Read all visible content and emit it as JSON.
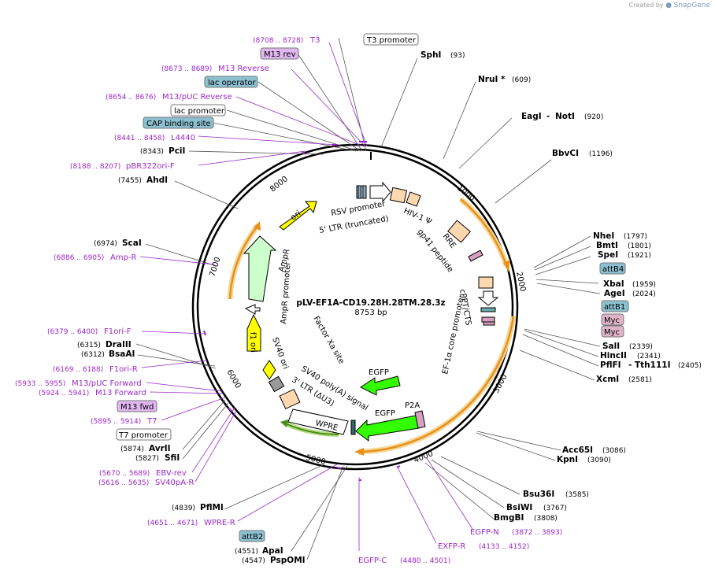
{
  "credit": {
    "prefix": "Created by",
    "brand": "SnapGene"
  },
  "plasmid": {
    "name": "pLV-EF1A-CD19.28H.28TM.28.3z",
    "length": "8753 bp"
  },
  "ticks": [
    "1000",
    "2000",
    "3000",
    "4000",
    "5000",
    "6000",
    "7000",
    "8000"
  ],
  "enzymes": [
    {
      "name": "SphI",
      "pos": "(93)"
    },
    {
      "name": "NruI *",
      "pos": "(609)"
    },
    {
      "name": "EagI",
      "name2": "NotI",
      "pos": "(920)"
    },
    {
      "name": "BbvCI",
      "pos": "(1196)"
    },
    {
      "name": "NheI",
      "pos": "(1797)"
    },
    {
      "name": "BmtI",
      "pos": "(1801)"
    },
    {
      "name": "SpeI",
      "pos": "(1921)"
    },
    {
      "name": "XbaI",
      "pos": "(1959)"
    },
    {
      "name": "AgeI",
      "pos": "(2024)"
    },
    {
      "name": "SalI",
      "pos": "(2339)"
    },
    {
      "name": "HincII",
      "pos": "(2341)"
    },
    {
      "name": "PflFI",
      "name2": "Tth111I",
      "pos": "(2405)"
    },
    {
      "name": "XcmI",
      "pos": "(2581)"
    },
    {
      "name": "Acc65I",
      "pos": "(3086)"
    },
    {
      "name": "KpnI",
      "pos": "(3090)"
    },
    {
      "name": "Bsu36I",
      "pos": "(3585)"
    },
    {
      "name": "BsiWI",
      "pos": "(3767)"
    },
    {
      "name": "BmgBI",
      "pos": "(3808)"
    },
    {
      "name": "ApaI",
      "pos": "(4551)"
    },
    {
      "name": "PspOMI",
      "pos": "(4547)"
    },
    {
      "name": "PflMI",
      "pos": "(4839)"
    },
    {
      "name": "SfiI",
      "pos": "(5827)"
    },
    {
      "name": "AvrII",
      "pos": "(5874)"
    },
    {
      "name": "BsaAI",
      "pos": "(6312)"
    },
    {
      "name": "DraIII",
      "pos": "(6315)"
    },
    {
      "name": "ScaI",
      "pos": "(6974)"
    },
    {
      "name": "AhdI",
      "pos": "(7455)"
    },
    {
      "name": "PciI",
      "pos": "(8343)"
    }
  ],
  "primers": [
    {
      "name": "T3",
      "pos": "(8708 .. 8728)"
    },
    {
      "name": "M13 Reverse",
      "pos": "(8673 .. 8689)"
    },
    {
      "name": "M13/pUC Reverse",
      "pos": "(8654 .. 8676)"
    },
    {
      "name": "L4440",
      "pos": "(8441 .. 8458)"
    },
    {
      "name": "pBR322ori-F",
      "pos": "(8188 .. 8207)"
    },
    {
      "name": "Amp-R",
      "pos": "(6886 .. 6905)"
    },
    {
      "name": "F1ori-F",
      "pos": "(6379 .. 6400)"
    },
    {
      "name": "F1ori-R",
      "pos": "(6169 .. 6188)"
    },
    {
      "name": "M13/pUC Forward",
      "pos": "(5933 .. 5955)"
    },
    {
      "name": "M13 Forward",
      "pos": "(5924 .. 5941)"
    },
    {
      "name": "T7",
      "pos": "(5895 .. 5914)"
    },
    {
      "name": "EBV-rev",
      "pos": "(5670 .. 5689)"
    },
    {
      "name": "SV40pA-R",
      "pos": "(5616 .. 5635)"
    },
    {
      "name": "WPRE-R",
      "pos": "(4651 .. 4671)"
    },
    {
      "name": "EGFP-C",
      "pos": "(4480 .. 4501)"
    },
    {
      "name": "EXFP-R",
      "pos": "(4133 .. 4152)"
    },
    {
      "name": "EGFP-N",
      "pos": "(3872 .. 3893)"
    }
  ],
  "boxes": [
    {
      "name": "T3 promoter"
    },
    {
      "name": "M13 rev"
    },
    {
      "name": "lac operator"
    },
    {
      "name": "lac promoter"
    },
    {
      "name": "CAP binding site"
    },
    {
      "name": "attB4"
    },
    {
      "name": "attB1"
    },
    {
      "name": "Myc"
    },
    {
      "name": "Myc"
    },
    {
      "name": "M13 fwd"
    },
    {
      "name": "T7 promoter"
    },
    {
      "name": "attB2"
    }
  ],
  "inner_features": {
    "rsv": "RSV promoter",
    "ltr5": "5' LTR (truncated)",
    "hiv": "HIV-1 Ψ",
    "rre": "RRE",
    "gp41": "gp41 peptide",
    "cppt": "cPPT/CTS",
    "ef1a": "EF-1α core promoter",
    "ori": "ori",
    "ampr": "AmpR",
    "amprp": "AmpR promoter",
    "f1ori": "f1 ori",
    "sv40ori": "SV40 ori",
    "factorxa": "Factor Xa site",
    "egfp1": "EGFP",
    "egfp2": "EGFP",
    "p2a": "P2A",
    "sv40pa": "SV40 poly(A) signal",
    "ltr3": "3' LTR (ΔU3)",
    "wpre": "WPRE"
  },
  "colors": {
    "enzyme_text": "#000000",
    "primer_text": "#9b27c9",
    "ring": "#000000",
    "orange_arrow": "#e8901a",
    "orange_glow": "#f5d79a",
    "green_arrow": "#33cc00",
    "yellow": "#ffff00",
    "light_green": "#ccffcc",
    "box_blue": "#8cc0d0",
    "box_pink": "#e0b4c8",
    "box_purple": "#e0b6f0",
    "peach": "#ffd8b0"
  }
}
